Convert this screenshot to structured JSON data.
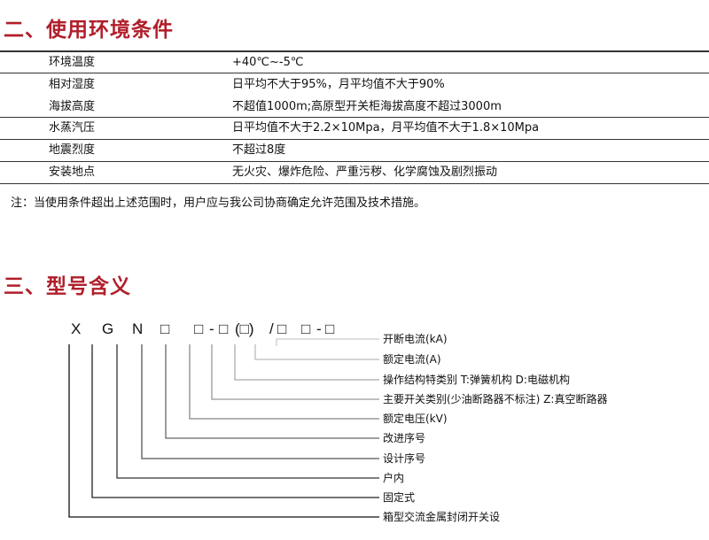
{
  "section2": {
    "title": "二、使用环境条件",
    "rows": [
      {
        "label": "环境温度",
        "value": "+40℃~-5℃"
      },
      {
        "label": "相对湿度",
        "value": "日平均不大于95%，月平均值不大于90%"
      },
      {
        "label": "海拔高度",
        "value": "不超值1000m;高原型开关柜海拔高度不超过3000m"
      },
      {
        "label": "水蒸汽压",
        "value": "日平均值不大于2.2×10Mpa，月平均值不大于1.8×10Mpa"
      },
      {
        "label": "地震烈度",
        "value": "不超过8度"
      },
      {
        "label": "安装地点",
        "value": "无火灾、爆炸危险、严重污秽、化学腐蚀及剧烈振动"
      }
    ],
    "note": "注：当使用条件超出上述范围时，用户应与我公司协商确定允许范围及技术措施。"
  },
  "section3": {
    "title": "三、型号含义",
    "code": [
      "X",
      "G",
      "N",
      "□",
      "□",
      "-",
      "□",
      "(□)",
      "/",
      "□",
      "□",
      "-",
      "□"
    ],
    "labels": [
      "开断电流(kA)",
      "额定电流(A)",
      "操作结构特类别 T:弹簧机构 D:电磁机构",
      "主要开关类别(少油断路器不标注) Z:真空断路器",
      "额定电压(kV)",
      "改进序号",
      "设计序号",
      "户内",
      "固定式",
      "箱型交流金属封闭开关设"
    ]
  }
}
